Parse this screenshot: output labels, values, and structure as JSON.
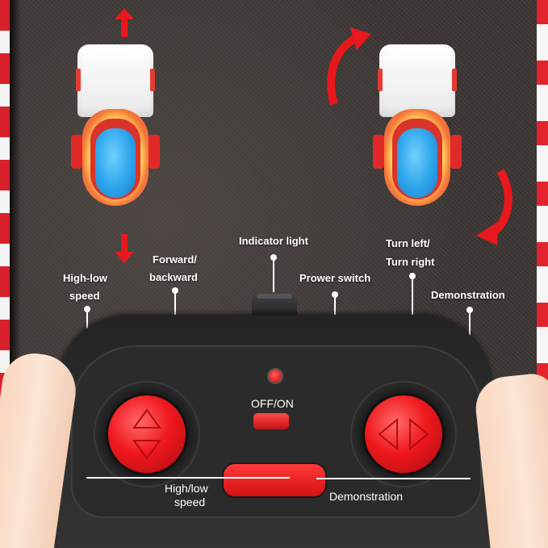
{
  "image": {
    "description": "Remote-controlled toy car controller diagram with labeled buttons",
    "colors": {
      "accent_red": "#e8181d",
      "floor": "#3b3533",
      "controller": "#2b2b2b",
      "label_text": "#ffffff",
      "helmet_blue": "#2da4ec"
    }
  },
  "cars": [
    {
      "name": "forward-backward-demo",
      "motion": "forward/backward",
      "arrows": [
        "arrow-up",
        "arrow-down"
      ]
    },
    {
      "name": "turn-demo",
      "motion": "turn left/right",
      "arrows": [
        "curved-arrow-clockwise-top",
        "curved-arrow-clockwise-bottom"
      ]
    }
  ],
  "callouts": {
    "indicator_light": "Indicator light",
    "high_low_speed_line1": "High-low",
    "high_low_speed_line2": "speed",
    "forward_backward_line1": "Forward/",
    "forward_backward_line2": "backward",
    "power_switch": "Prower switch",
    "turn_line1": "Turn left/",
    "turn_line2": "Turn right",
    "demonstration": "Demonstration"
  },
  "controller": {
    "switch_label": "OFF/ON",
    "bottom_left_label_line1": "High/low",
    "bottom_left_label_line2": "speed",
    "bottom_right_label": "Demonstration",
    "left_stick": {
      "icons": [
        "triangle-up",
        "triangle-down"
      ]
    },
    "right_stick": {
      "icons": [
        "triangle-left",
        "triangle-right"
      ]
    }
  }
}
